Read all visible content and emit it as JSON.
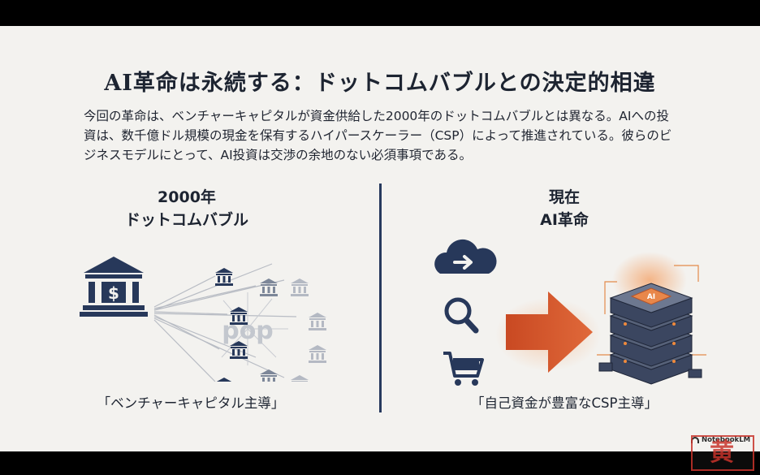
{
  "slide": {
    "title": "AI革命は永続する：ドットコムバブルとの決定的相違",
    "body": "今回の革命は、ベンチャーキャピタルが資金供給した2000年のドットコムバブルとは異なる。AIへの投資は、数千億ドル規模の現金を保有するハイパースケーラー（CSP）によって推進されている。彼らのビジネスモデルにとって、AI投資は交渉の余地のない必須事項である。",
    "left": {
      "heading_line1": "2000年",
      "heading_line2": "ドットコムバブル",
      "pop_text": "pop",
      "caption": "「ベンチャーキャピタル主導」"
    },
    "right": {
      "heading_line1": "現在",
      "heading_line2": "AI革命",
      "chip_label": "AI",
      "caption": "「自己資金が豊富なCSP主導」"
    }
  },
  "watermark": {
    "brand": "NotebookLM",
    "stamp_text": "黄"
  },
  "colors": {
    "navy": "#27385a",
    "accent": "#d2552c",
    "background": "#f3f2ef"
  },
  "icons": [
    "bank-icon",
    "cloud-upload-icon",
    "search-icon",
    "shopping-cart-icon",
    "server-stack-icon",
    "arrow-right-icon"
  ]
}
